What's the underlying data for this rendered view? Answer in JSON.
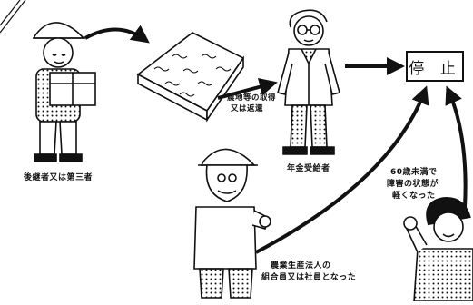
{
  "stop": {
    "label": "停 止"
  },
  "labels": {
    "successor": "後継者又は第三者",
    "land": [
      "農地等の取得",
      "又は返還"
    ],
    "pensioner": "年金受給者",
    "disability": [
      "60歳未満で",
      "障害の状態が",
      "軽くなった"
    ],
    "corporation": [
      "農業生産法人の",
      "組合員又は社員となった"
    ]
  }
}
